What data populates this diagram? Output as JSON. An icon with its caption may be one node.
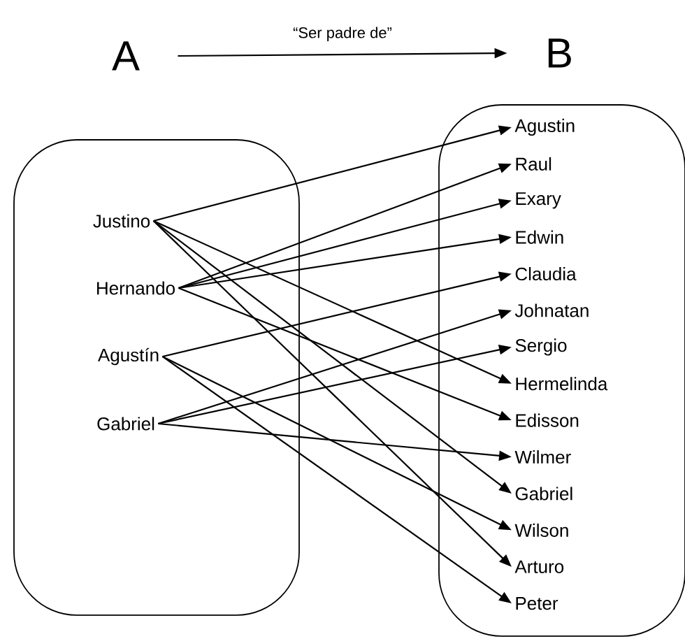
{
  "diagram": {
    "nodes": [
      {
        "text": [
          "A"
        ]
      },
      {
        "text": [
          "B"
        ]
      },
      {
        "text": [],
        "shape": "box"
      },
      {
        "text": [
          "Justino"
        ],
        "in": 2
      },
      {
        "text": [
          "Hernando"
        ],
        "in": 2
      },
      {
        "text": [
          "Agustín"
        ],
        "in": 2
      },
      {
        "text": [
          "Gabriel"
        ],
        "in": 2
      },
      {
        "text": [],
        "shape": "box"
      },
      {
        "text": [
          "Agustin"
        ],
        "in": 7
      },
      {
        "text": [
          "Raul"
        ],
        "in": 7
      },
      {
        "text": [
          "Exary"
        ],
        "in": 7
      },
      {
        "text": [
          "Edwin"
        ],
        "in": 7
      },
      {
        "text": [
          "Claudia"
        ],
        "in": 7
      },
      {
        "text": [
          "Johnatan"
        ],
        "in": 7
      },
      {
        "text": [
          "Sergio"
        ],
        "in": 7
      },
      {
        "text": [
          "Hermelinda"
        ],
        "in": 7
      },
      {
        "text": [
          "Edisson"
        ],
        "in": 7
      },
      {
        "text": [
          "Wilmer"
        ],
        "in": 7
      },
      {
        "text": [
          "Gabriel"
        ],
        "in": 7
      },
      {
        "text": [
          "Wilson"
        ],
        "in": 7
      },
      {
        "text": [
          "Arturo"
        ],
        "in": 7
      },
      {
        "text": [
          "Peter"
        ],
        "in": 7
      }
    ],
    "edges": [
      {
        "from": 0,
        "to": 1,
        "arrow": "to",
        "label": "“Ser padre de”"
      },
      {
        "from": 3,
        "to": 8,
        "arrow": "to"
      },
      {
        "from": 3,
        "to": 15,
        "arrow": "to"
      },
      {
        "from": 3,
        "to": 18,
        "arrow": "to"
      },
      {
        "from": 3,
        "to": 20,
        "arrow": "to"
      },
      {
        "from": 4,
        "to": 9,
        "arrow": "to"
      },
      {
        "from": 4,
        "to": 10,
        "arrow": "to"
      },
      {
        "from": 4,
        "to": 11,
        "arrow": "to"
      },
      {
        "from": 4,
        "to": 16,
        "arrow": "to"
      },
      {
        "from": 5,
        "to": 12,
        "arrow": "to"
      },
      {
        "from": 5,
        "to": 19,
        "arrow": "to"
      },
      {
        "from": 5,
        "to": 21,
        "arrow": "to"
      },
      {
        "from": 6,
        "to": 13,
        "arrow": "to"
      },
      {
        "from": 6,
        "to": 14,
        "arrow": "to"
      },
      {
        "from": 6,
        "to": 17,
        "arrow": "to"
      }
    ]
  }
}
